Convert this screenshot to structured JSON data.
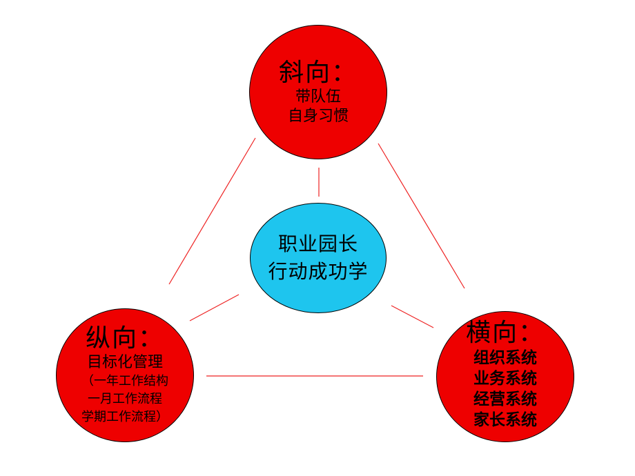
{
  "colors": {
    "outer_fill": "#ee0000",
    "center_fill": "#1ec5ee",
    "connector": "#ee2222",
    "text": "#000000"
  },
  "center": {
    "lines": [
      "职业园长",
      "行动成功学"
    ]
  },
  "top": {
    "title": "斜向：",
    "lines": [
      "带队伍",
      "自身习惯"
    ]
  },
  "left": {
    "title": "纵向：",
    "subtitle": "目标化管理",
    "lines": [
      "（一年工作结构",
      "一月工作流程",
      "学期工作流程）"
    ]
  },
  "right": {
    "title": "横向：",
    "lines": [
      "组织系统",
      "业务系统",
      "经营系统",
      "家长系统"
    ]
  }
}
